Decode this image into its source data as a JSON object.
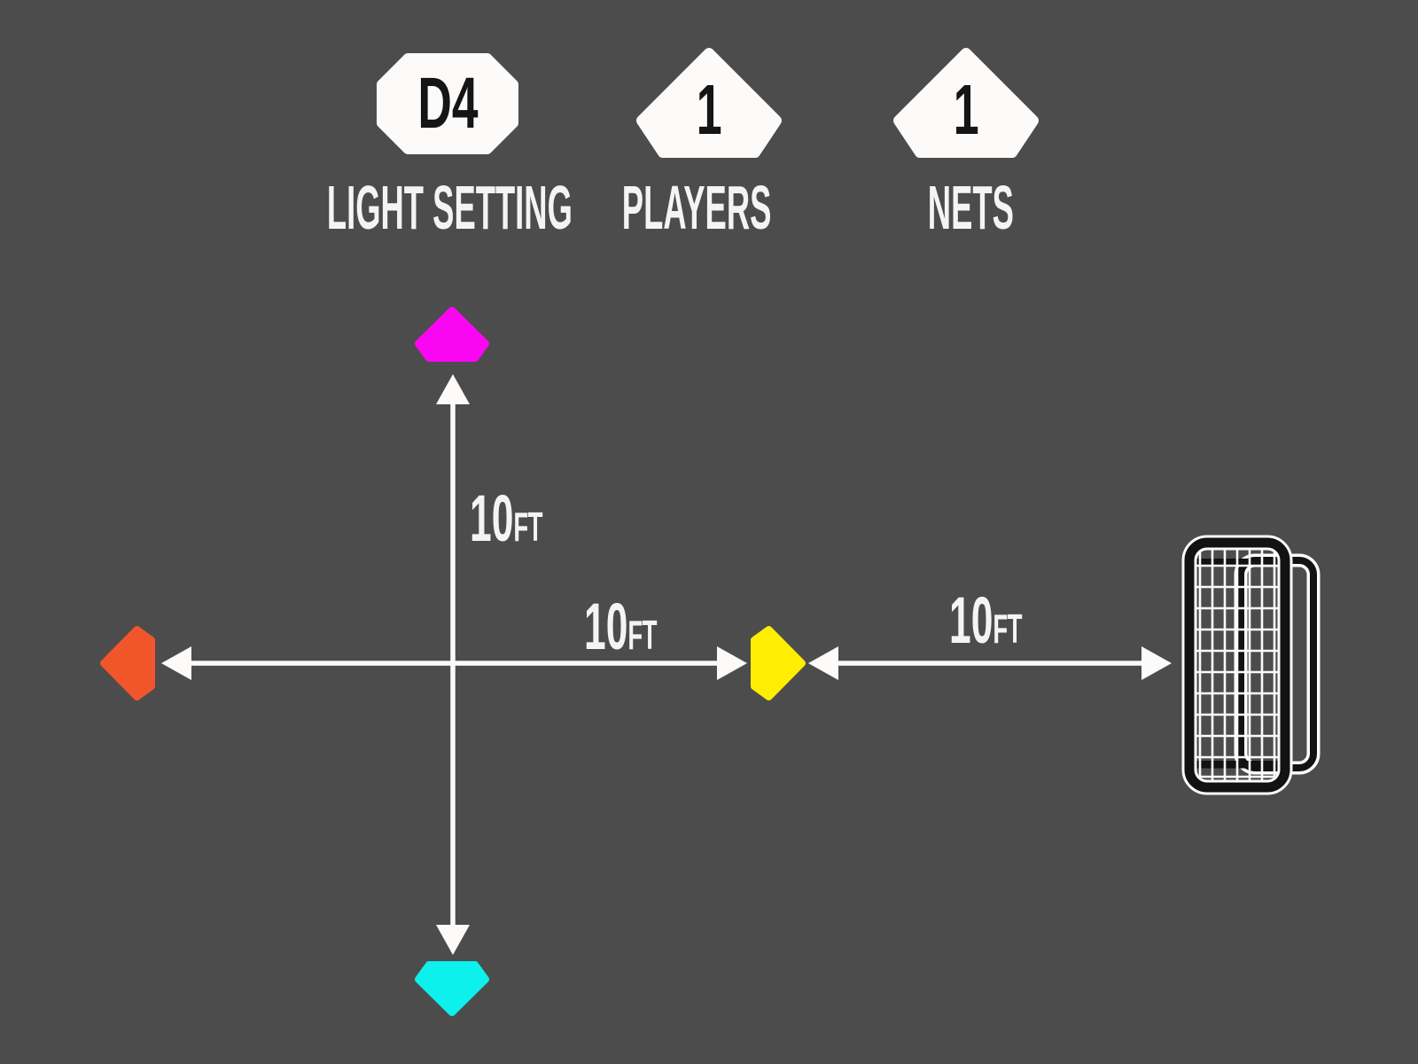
{
  "header": {
    "light_setting": {
      "value": "D4",
      "label": "LIGHT SETTING"
    },
    "players": {
      "value": "1",
      "label": "PLAYERS"
    },
    "nets": {
      "value": "1",
      "label": "NETS"
    }
  },
  "measurements": {
    "top_arm": {
      "value": "10",
      "unit": "FT"
    },
    "right_arm": {
      "value": "10",
      "unit": "FT"
    },
    "to_net": {
      "value": "10",
      "unit": "FT"
    }
  },
  "diagram": {
    "pods": [
      {
        "position": "top",
        "color": "#fb06f2"
      },
      {
        "position": "left",
        "color": "#f1562a"
      },
      {
        "position": "center",
        "color": "#fdee02"
      },
      {
        "position": "bottom",
        "color": "#0df0ec"
      }
    ],
    "net_count": 1
  },
  "colors": {
    "background": "#4d4c4c",
    "shape_white": "#fcfbfa",
    "text_white": "#f6f4f2",
    "badge_text": "#151515",
    "net_frame": "#121212",
    "pod_top": "#fb06f2",
    "pod_left": "#f1562a",
    "pod_center": "#fdee02",
    "pod_bottom": "#0df0ec"
  }
}
